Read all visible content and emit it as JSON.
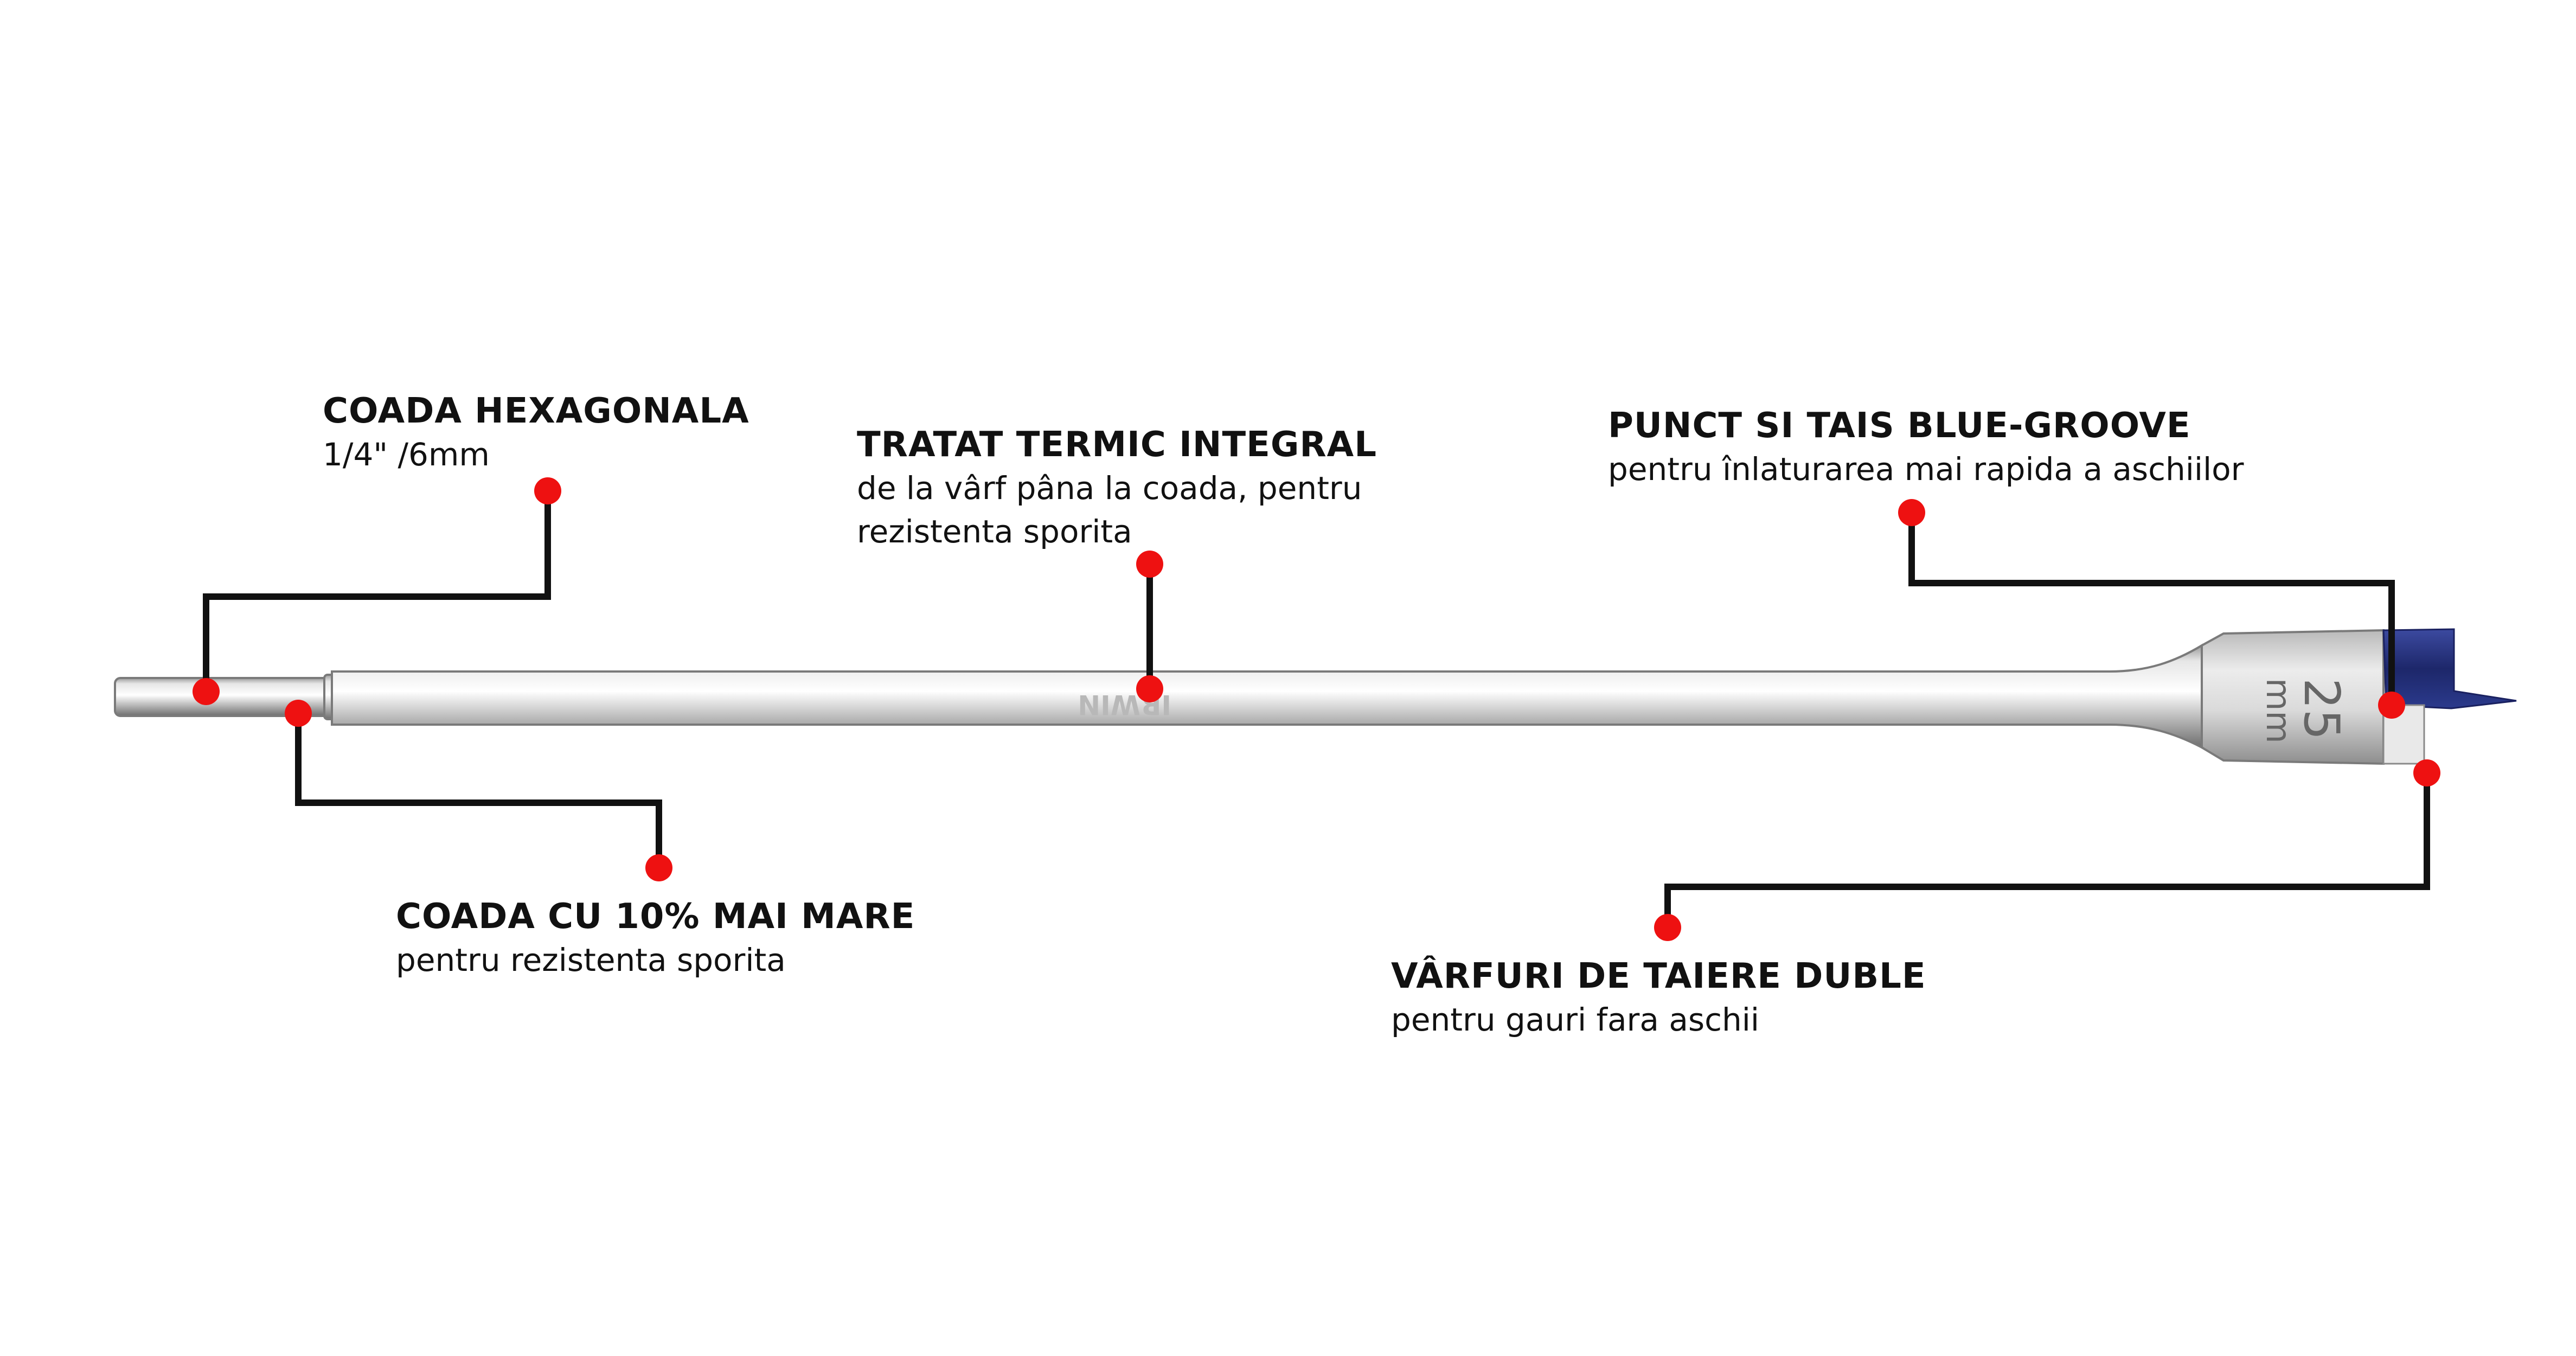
{
  "bit": {
    "size_label": "25",
    "unit_label": "mm",
    "brand_text": "IRWIN"
  },
  "colors": {
    "marker": "#ee1111",
    "leader": "#111111",
    "steel_light": "#f2f2f2",
    "steel_mid": "#c8c8c8",
    "steel_dark": "#7a7a7a",
    "blue_groove": "#23307a"
  },
  "callouts": {
    "hex_shank": {
      "title": "COADA HEXAGONALA",
      "desc": "1/4\" /6mm"
    },
    "heat_treated": {
      "title": "TRATAT TERMIC INTEGRAL",
      "desc": "de la vârf pâna la coada, pentru rezistenta sporita"
    },
    "blue_groove": {
      "title": "PUNCT SI TAIS BLUE-GROOVE",
      "desc": "pentru înlaturarea mai rapida a aschiilor"
    },
    "bigger_shank": {
      "title": "COADA CU 10% MAI MARE",
      "desc": "pentru rezistenta sporita"
    },
    "double_tips": {
      "title": "VÂRFURI DE TAIERE DUBLE",
      "desc": "pentru gauri fara aschii"
    }
  }
}
